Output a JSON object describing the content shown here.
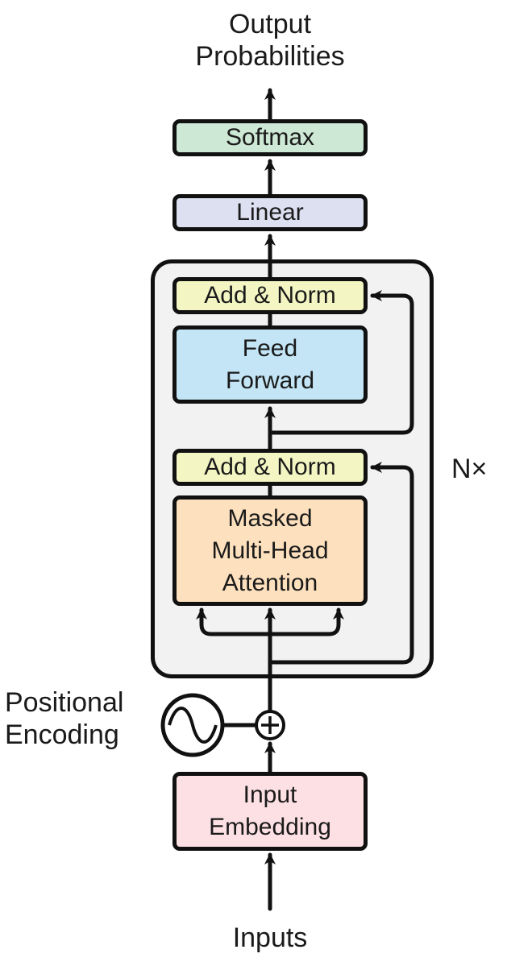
{
  "output_label": [
    "Output",
    "Probabilities"
  ],
  "inputs_label": "Inputs",
  "positional_encoding_label": [
    "Positional",
    "Encoding"
  ],
  "repeat_label": "N×",
  "blocks": {
    "softmax": {
      "label": "Softmax",
      "color": "#cde8d5"
    },
    "linear": {
      "label": "Linear",
      "color": "#dde0f1"
    },
    "add_norm_top": {
      "label": "Add & Norm",
      "color": "#f3f6c3"
    },
    "feed_forward": {
      "label": [
        "Feed",
        "Forward"
      ],
      "color": "#c3e5f5"
    },
    "add_norm_bottom": {
      "label": "Add & Norm",
      "color": "#f3f6c3"
    },
    "masked_attention": {
      "label": [
        "Masked",
        "Multi-Head",
        "Attention"
      ],
      "color": "#fde0bd"
    },
    "input_embedding": {
      "label": [
        "Input",
        "Embedding"
      ],
      "color": "#fde0e4"
    }
  },
  "stack_color": "#f2f2f2",
  "line_color": "#111111"
}
